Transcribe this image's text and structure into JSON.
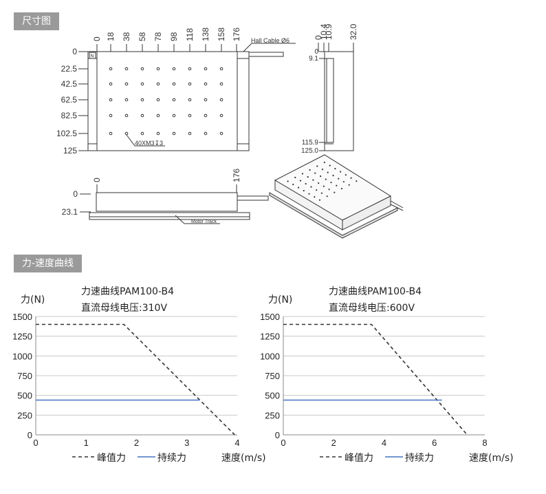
{
  "sections": {
    "dimensions_label": "尺寸图",
    "curve_label": "力-速度曲线"
  },
  "drawing": {
    "top_x_labels": [
      "0",
      "18",
      "38",
      "58",
      "78",
      "98",
      "118",
      "138",
      "158",
      "176"
    ],
    "top_y_labels": [
      "0",
      "22.5",
      "42.5",
      "62.5",
      "82.5",
      "102.5",
      "125"
    ],
    "hall_cable": "Hall Cable Ø6",
    "hole_note": "40XM3↧3",
    "n_mark": "N",
    "side_top_labels": [
      "0",
      "10.4",
      "10.9",
      "32.0"
    ],
    "side_left_labels": [
      "0",
      "9.1",
      "115.9",
      "125.0"
    ],
    "front_x_labels": [
      "0",
      "176"
    ],
    "front_y_labels": [
      "0",
      "23.1"
    ],
    "motor_track": "Motor Track"
  },
  "chart_data": [
    {
      "type": "line",
      "title": "力速曲线PAM100-B4",
      "subtitle": "直流母线电压:310V",
      "ylabel": "力(N)",
      "xlabel": "速度(m/s)",
      "xlim": [
        0,
        4
      ],
      "ylim": [
        0,
        1500
      ],
      "x_ticks": [
        0,
        1,
        2,
        3,
        4
      ],
      "y_ticks": [
        0,
        250,
        500,
        750,
        1000,
        1250,
        1500
      ],
      "grid": true,
      "legend_placement": "bottom",
      "series": [
        {
          "name": "峰值力",
          "style": "dashed",
          "color": "#333333",
          "x": [
            0,
            1.75,
            3.95
          ],
          "y": [
            1400,
            1400,
            0
          ]
        },
        {
          "name": "持续力",
          "style": "solid",
          "color": "#4472c4",
          "x": [
            0,
            3.25
          ],
          "y": [
            440,
            440
          ]
        }
      ]
    },
    {
      "type": "line",
      "title": "力速曲线PAM100-B4",
      "subtitle": "直流母线电压:600V",
      "ylabel": "力(N)",
      "xlabel": "速度(m/s)",
      "xlim": [
        0,
        8
      ],
      "ylim": [
        0,
        1500
      ],
      "x_ticks": [
        0,
        2,
        4,
        6,
        8
      ],
      "y_ticks": [
        0,
        250,
        500,
        750,
        1000,
        1250,
        1500
      ],
      "grid": true,
      "legend_placement": "bottom",
      "series": [
        {
          "name": "峰值力",
          "style": "dashed",
          "color": "#333333",
          "x": [
            0,
            3.5,
            7.3
          ],
          "y": [
            1400,
            1400,
            0
          ]
        },
        {
          "name": "持续力",
          "style": "solid",
          "color": "#4472c4",
          "x": [
            0,
            6.3
          ],
          "y": [
            440,
            440
          ]
        }
      ]
    }
  ]
}
